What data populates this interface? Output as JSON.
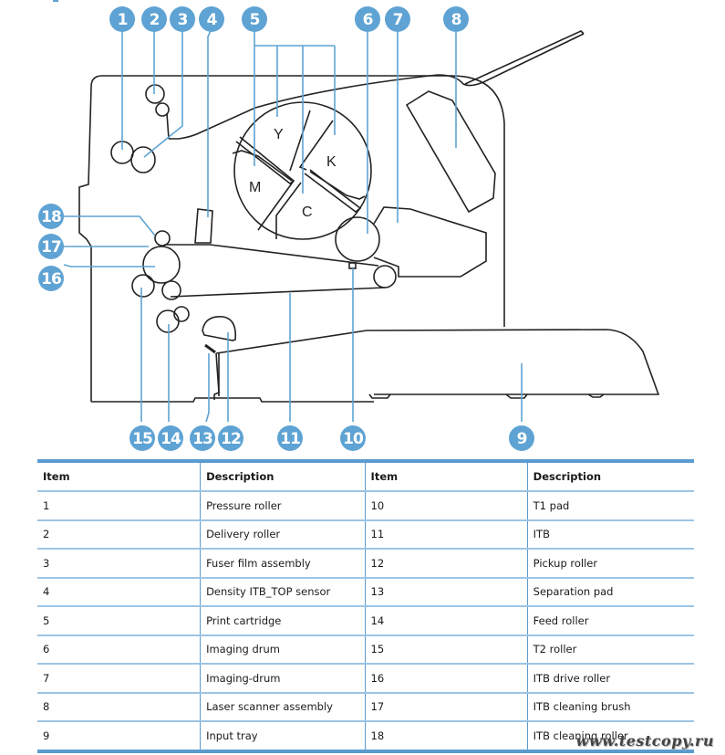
{
  "diagram": {
    "title": "Printer internal components cross-section",
    "cartridge_letters": [
      "Y",
      "K",
      "M",
      "C"
    ],
    "callouts": [
      "1",
      "2",
      "3",
      "4",
      "5",
      "6",
      "7",
      "8",
      "9",
      "10",
      "11",
      "12",
      "13",
      "14",
      "15",
      "16",
      "17",
      "18"
    ],
    "colors": {
      "callout": "#5ea3d4",
      "line_art": "#222222"
    }
  },
  "table": {
    "headers": [
      "Item",
      "Description",
      "Item",
      "Description"
    ],
    "rows": [
      [
        "1",
        "Pressure roller",
        "10",
        "T1 pad"
      ],
      [
        "2",
        "Delivery roller",
        "11",
        "ITB"
      ],
      [
        "3",
        "Fuser film assembly",
        "12",
        "Pickup roller"
      ],
      [
        "4",
        "Density ITB_TOP sensor",
        "13",
        "Separation pad"
      ],
      [
        "5",
        "Print cartridge",
        "14",
        "Feed roller"
      ],
      [
        "6",
        "Imaging drum",
        "15",
        "T2 roller"
      ],
      [
        "7",
        "Imaging-drum",
        "16",
        "ITB drive roller"
      ],
      [
        "8",
        "Laser scanner assembly",
        "17",
        "ITB cleaning brush"
      ],
      [
        "9",
        "Input tray",
        "18",
        "ITB cleaning roller"
      ]
    ]
  },
  "watermark": "www.testcopy.ru"
}
